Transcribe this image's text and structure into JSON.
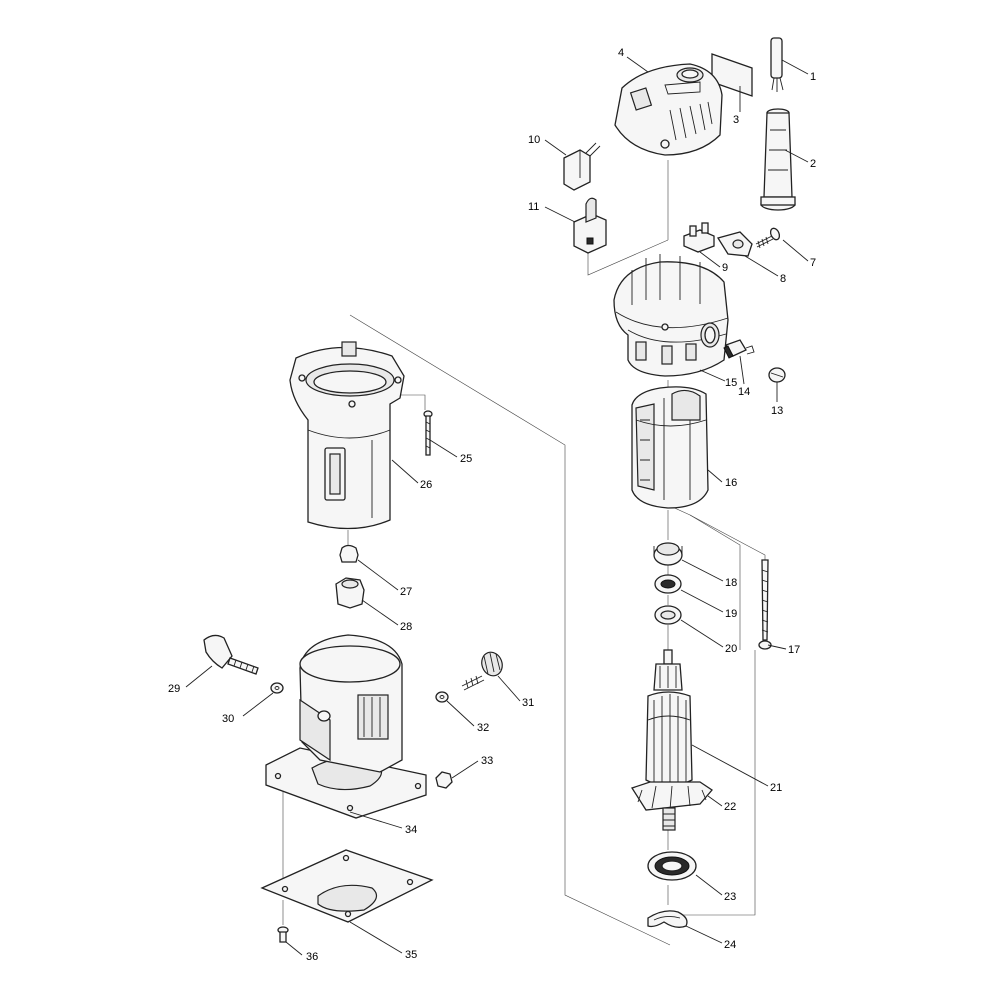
{
  "diagram": {
    "callouts": [
      {
        "id": "callout-1",
        "label": "1"
      },
      {
        "id": "callout-2",
        "label": "2"
      },
      {
        "id": "callout-3",
        "label": "3"
      },
      {
        "id": "callout-4",
        "label": "4"
      },
      {
        "id": "callout-7",
        "label": "7"
      },
      {
        "id": "callout-8",
        "label": "8"
      },
      {
        "id": "callout-9",
        "label": "9"
      },
      {
        "id": "callout-10",
        "label": "10"
      },
      {
        "id": "callout-11",
        "label": "11"
      },
      {
        "id": "callout-13",
        "label": "13"
      },
      {
        "id": "callout-14",
        "label": "14"
      },
      {
        "id": "callout-15",
        "label": "15"
      },
      {
        "id": "callout-16",
        "label": "16"
      },
      {
        "id": "callout-17",
        "label": "17"
      },
      {
        "id": "callout-18",
        "label": "18"
      },
      {
        "id": "callout-19",
        "label": "19"
      },
      {
        "id": "callout-20",
        "label": "20"
      },
      {
        "id": "callout-21",
        "label": "21"
      },
      {
        "id": "callout-22",
        "label": "22"
      },
      {
        "id": "callout-23",
        "label": "23"
      },
      {
        "id": "callout-24",
        "label": "24"
      },
      {
        "id": "callout-25",
        "label": "25"
      },
      {
        "id": "callout-26",
        "label": "26"
      },
      {
        "id": "callout-27",
        "label": "27"
      },
      {
        "id": "callout-28",
        "label": "28"
      },
      {
        "id": "callout-29",
        "label": "29"
      },
      {
        "id": "callout-30",
        "label": "30"
      },
      {
        "id": "callout-31",
        "label": "31"
      },
      {
        "id": "callout-32",
        "label": "32"
      },
      {
        "id": "callout-33",
        "label": "33"
      },
      {
        "id": "callout-34",
        "label": "34"
      },
      {
        "id": "callout-35",
        "label": "35"
      },
      {
        "id": "callout-36",
        "label": "36"
      }
    ]
  }
}
